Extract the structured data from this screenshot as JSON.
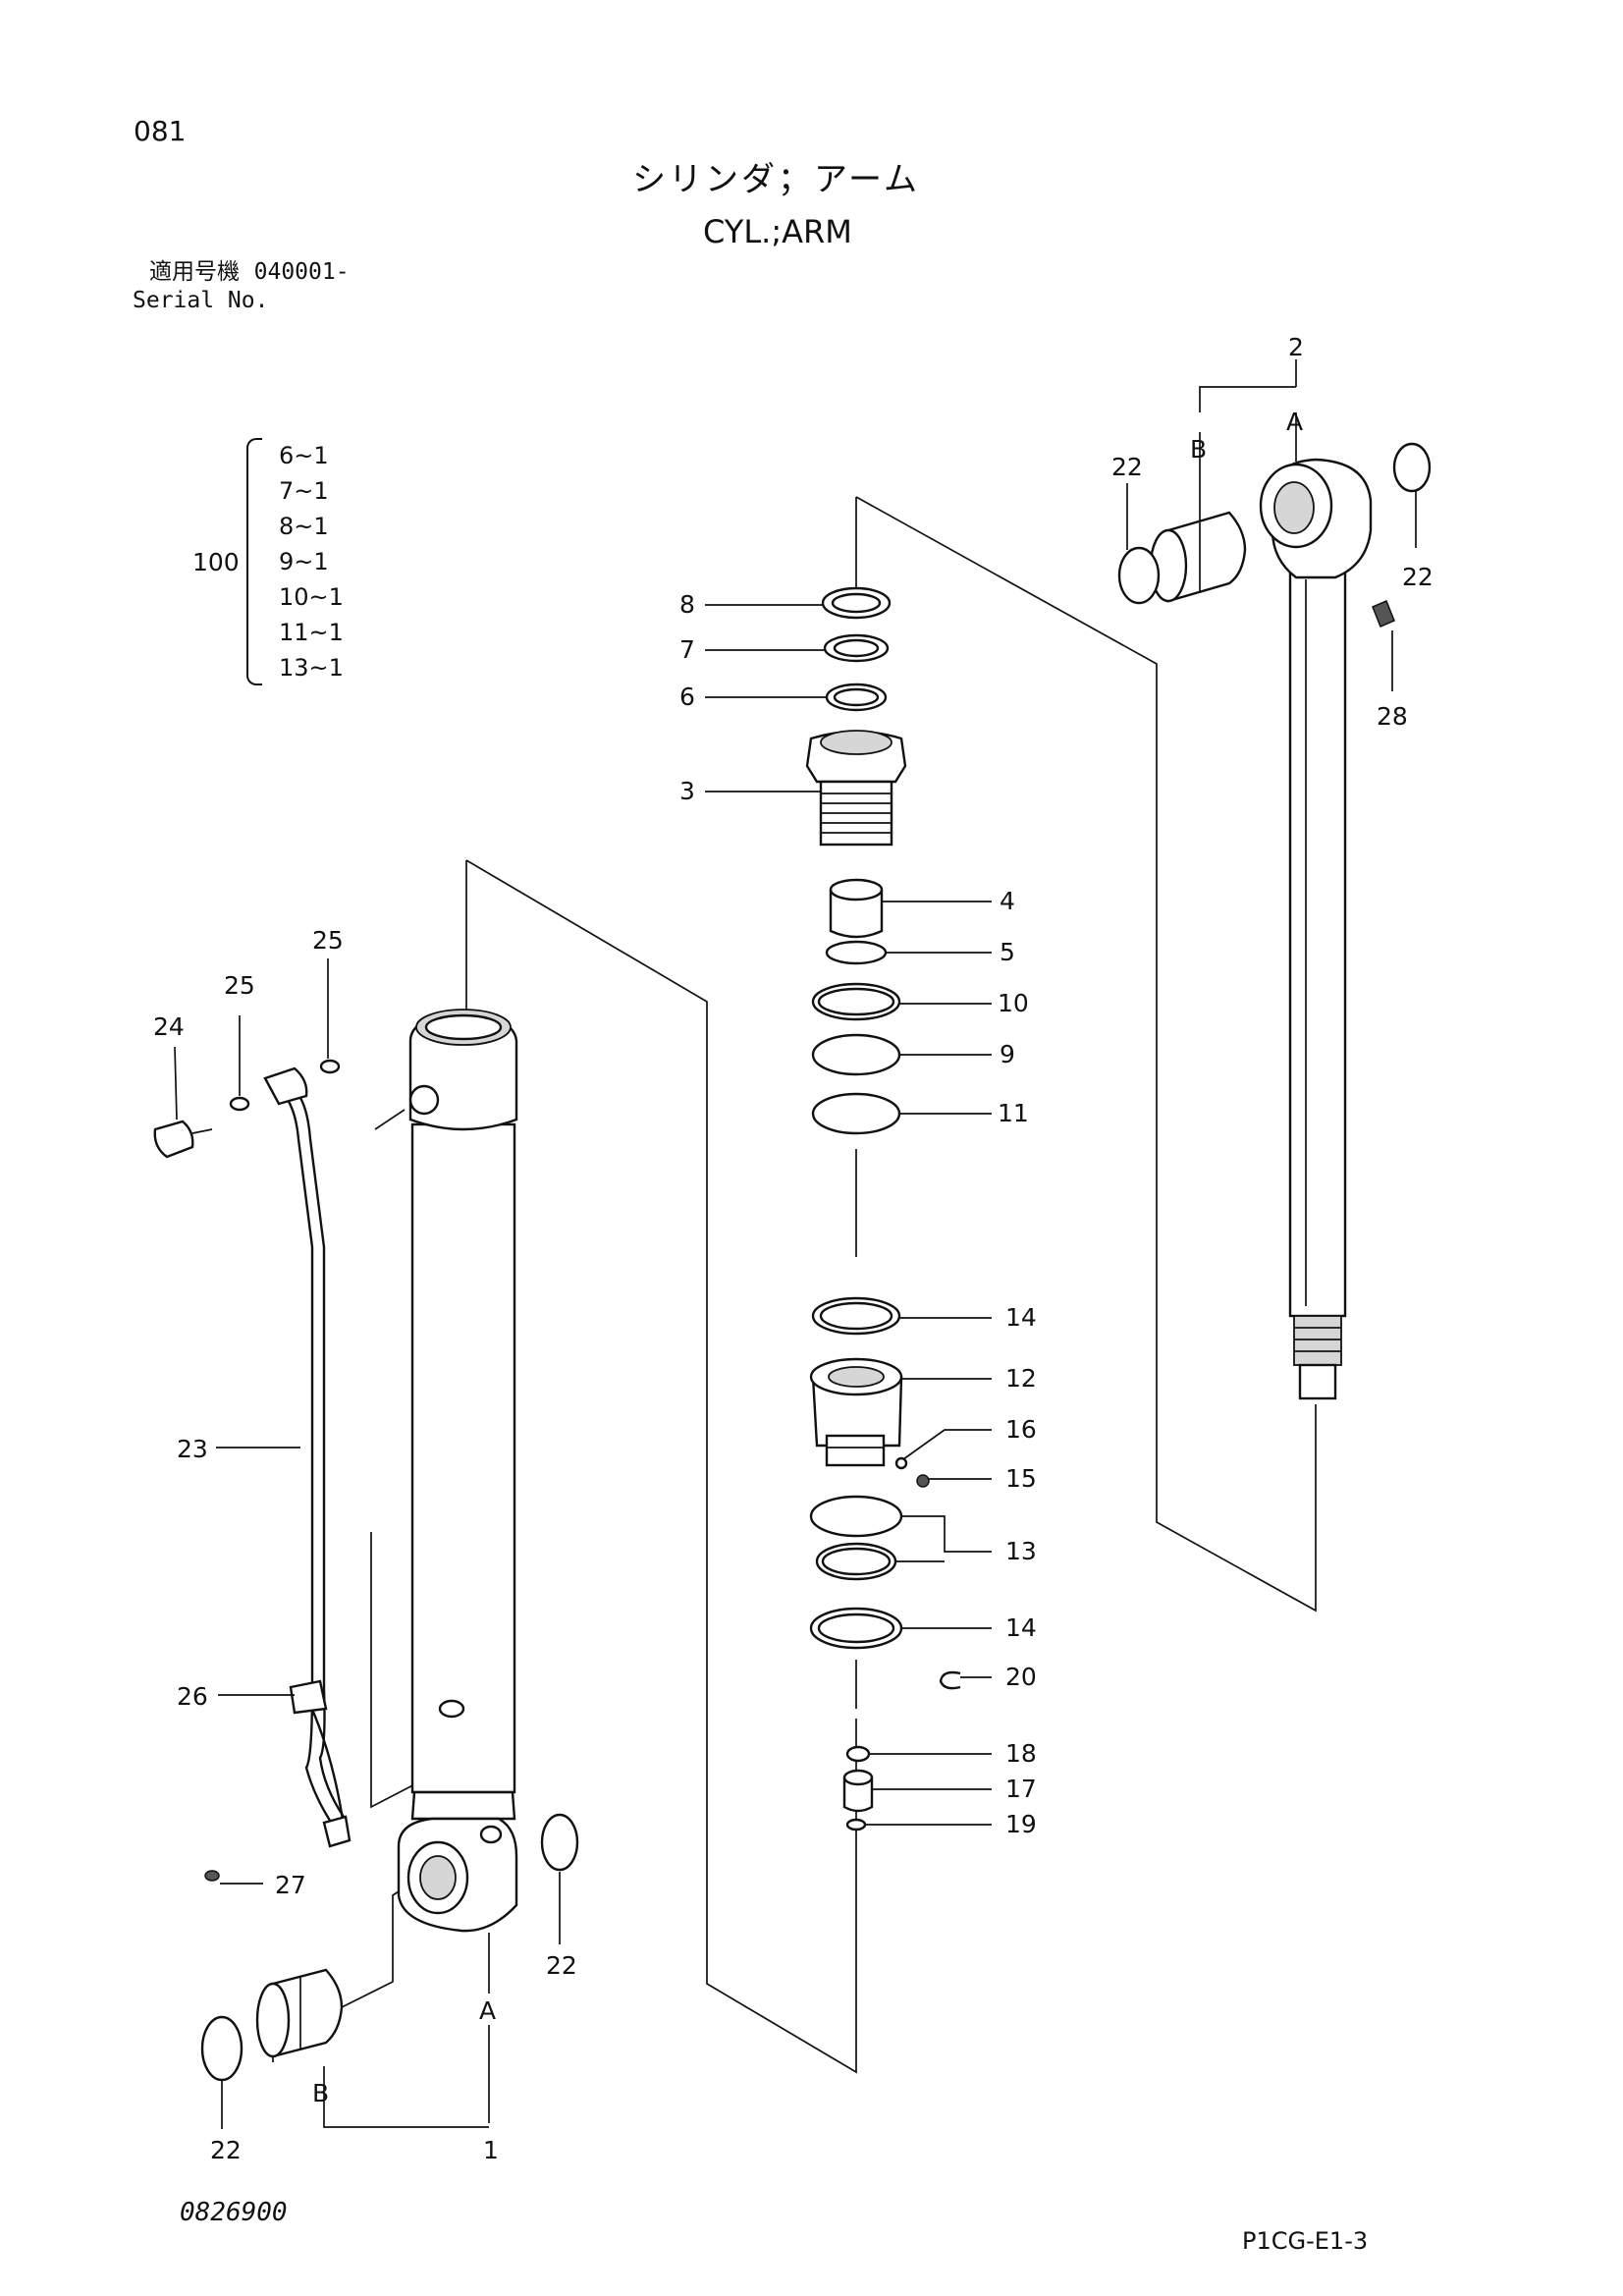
{
  "header": {
    "page_number": "081",
    "title_jp": "シリンダ；アーム",
    "title_en": "CYL.;ARM",
    "serial_label_jp": "適用号機",
    "serial_value": "040001-",
    "serial_label_en": "Serial No."
  },
  "kit": {
    "number": "100",
    "items": [
      "6~1",
      "7~1",
      "8~1",
      "9~1",
      "10~1",
      "11~1",
      "13~1"
    ]
  },
  "callouts": {
    "c1": "1",
    "c2": "2",
    "c3": "3",
    "c4": "4",
    "c5": "5",
    "c6": "6",
    "c7": "7",
    "c8": "8",
    "c9": "9",
    "c10": "10",
    "c11": "11",
    "c12": "12",
    "c13": "13",
    "c14a": "14",
    "c14b": "14",
    "c15": "15",
    "c16": "16",
    "c17": "17",
    "c18": "18",
    "c19": "19",
    "c20": "20",
    "c22a": "22",
    "c22b": "22",
    "c22c": "22",
    "c22d": "22",
    "c23": "23",
    "c24": "24",
    "c25a": "25",
    "c25b": "25",
    "c26": "26",
    "c27": "27",
    "c28": "28",
    "a_top": "A",
    "b_top": "B",
    "a_bottom": "A",
    "b_bottom": "B"
  },
  "footer": {
    "drawing_number": "0826900",
    "page_code": "P1CG-E1-3"
  }
}
